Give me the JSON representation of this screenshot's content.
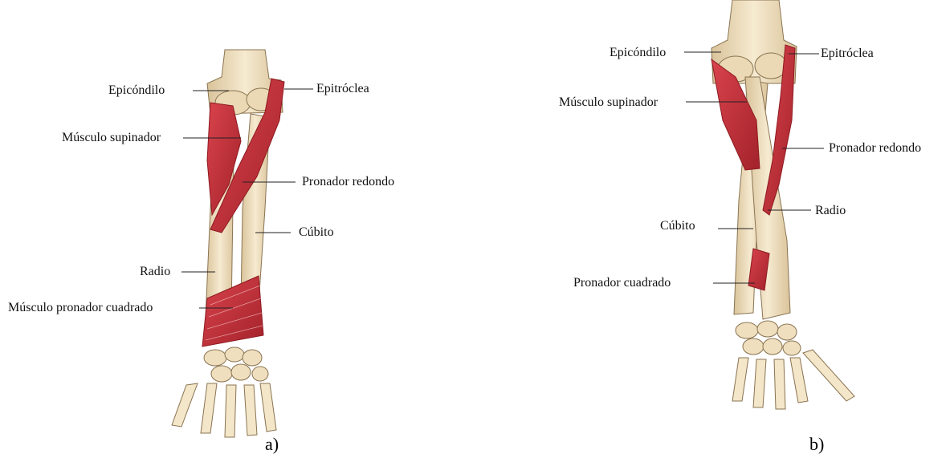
{
  "colors": {
    "bone": "#f1e3c6",
    "bone_shade": "#d9c39a",
    "bone_outline": "#8a7452",
    "muscle": "#c8323c",
    "muscle_dark": "#8f1a22",
    "leader": "#222222"
  },
  "figure_a": {
    "caption": "a)",
    "labels": {
      "epicondilo": "Epicóndilo",
      "epitroclea": "Epitróclea",
      "supinador": "Músculo supinador",
      "pronador_redondo": "Pronador redondo",
      "cubito": "Cúbito",
      "radio": "Radio",
      "pronador_cuadrado": "Músculo pronador cuadrado"
    }
  },
  "figure_b": {
    "caption": "b)",
    "labels": {
      "epicondilo": "Epicóndilo",
      "epitroclea": "Epitróclea",
      "supinador": "Músculo supinador",
      "pronador_redondo": "Pronador redondo",
      "radio": "Radio",
      "cubito": "Cúbito",
      "pronador_cuadrado": "Pronador cuadrado"
    }
  }
}
